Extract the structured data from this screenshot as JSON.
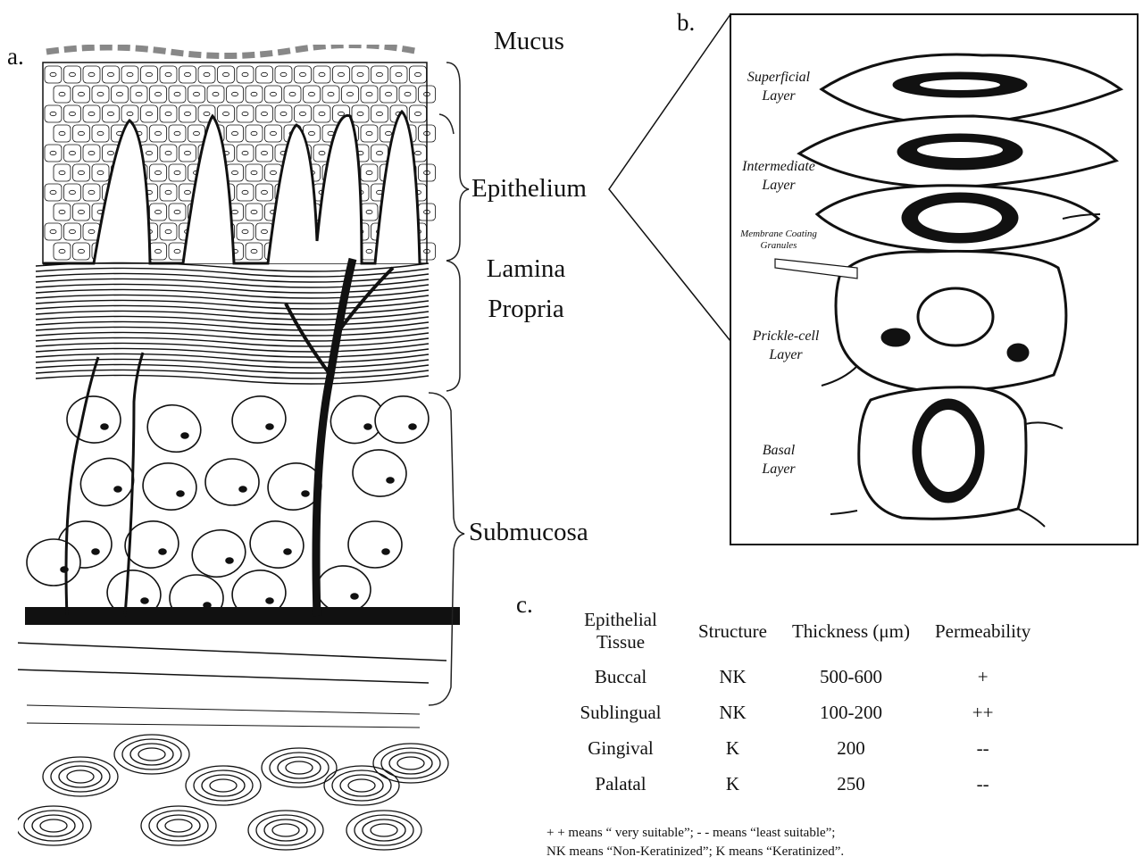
{
  "panels": {
    "a": "a.",
    "b": "b.",
    "c": "c."
  },
  "panel_a_labels": {
    "mucus": "Mucus",
    "epithelium": "Epithelium",
    "lamina_propria_line1": "Lamina",
    "lamina_propria_line2": "Propria",
    "submucosa": "Submucosa"
  },
  "panel_b_labels": {
    "superficial_1": "Superficial",
    "superficial_2": "Layer",
    "intermediate_1": "Intermediate",
    "intermediate_2": "Layer",
    "membrane_1": "Membrane Coating",
    "membrane_2": "Granules",
    "prickle_1": "Prickle-cell",
    "prickle_2": "Layer",
    "basal_1": "Basal",
    "basal_2": "Layer"
  },
  "table": {
    "headers": [
      "Epithelial Tissue",
      "Structure",
      "Thickness (μm)",
      "Permeability"
    ],
    "rows": [
      [
        "Buccal",
        "NK",
        "500-600",
        "+"
      ],
      [
        "Sublingual",
        "NK",
        "100-200",
        "++"
      ],
      [
        "Gingival",
        "K",
        "200",
        "--"
      ],
      [
        "Palatal",
        "K",
        "250",
        "--"
      ]
    ]
  },
  "footnotes": {
    "line1": "+ + means “ very suitable”; - -   means  “least suitable”;",
    "line2": "NK means “Non-Keratinized”; K means “Keratinized”."
  }
}
